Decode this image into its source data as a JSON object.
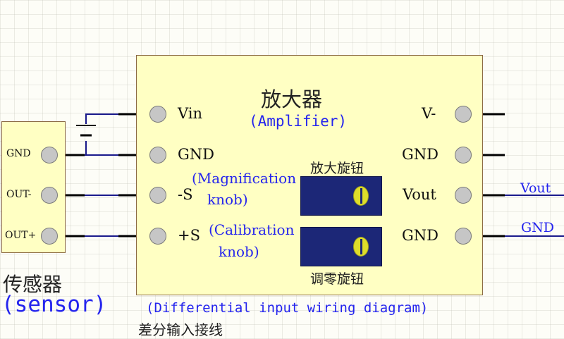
{
  "amplifier": {
    "title_cn": "放大器",
    "title_en": "(Amplifier)",
    "left_pins": [
      "Vin",
      "GND",
      "-S",
      "+S"
    ],
    "right_pins": [
      "V-",
      "GND",
      "Vout",
      "GND"
    ],
    "magnification": {
      "label_cn": "放大旋钮",
      "label_en_line1": "(Magnification",
      "label_en_line2": "knob)"
    },
    "calibration": {
      "label_cn": "调零旋钮",
      "label_en_line1": "(Calibration",
      "label_en_line2": "knob)"
    }
  },
  "sensor": {
    "pins": [
      "GND",
      "OUT-",
      "OUT+"
    ],
    "title_cn": "传感器",
    "title_en": "(sensor)"
  },
  "outputs": {
    "vout_label": "Vout",
    "gnd_label": "GND"
  },
  "caption": {
    "en": "(Differential input wiring diagram)",
    "cn": "差分输入接线"
  },
  "colors": {
    "wire": "#1a1a8c",
    "box_fill": "#ffffc3",
    "label_blue": "#2424ee",
    "knob_box": "#1c2777",
    "knob": "#dede2a"
  }
}
